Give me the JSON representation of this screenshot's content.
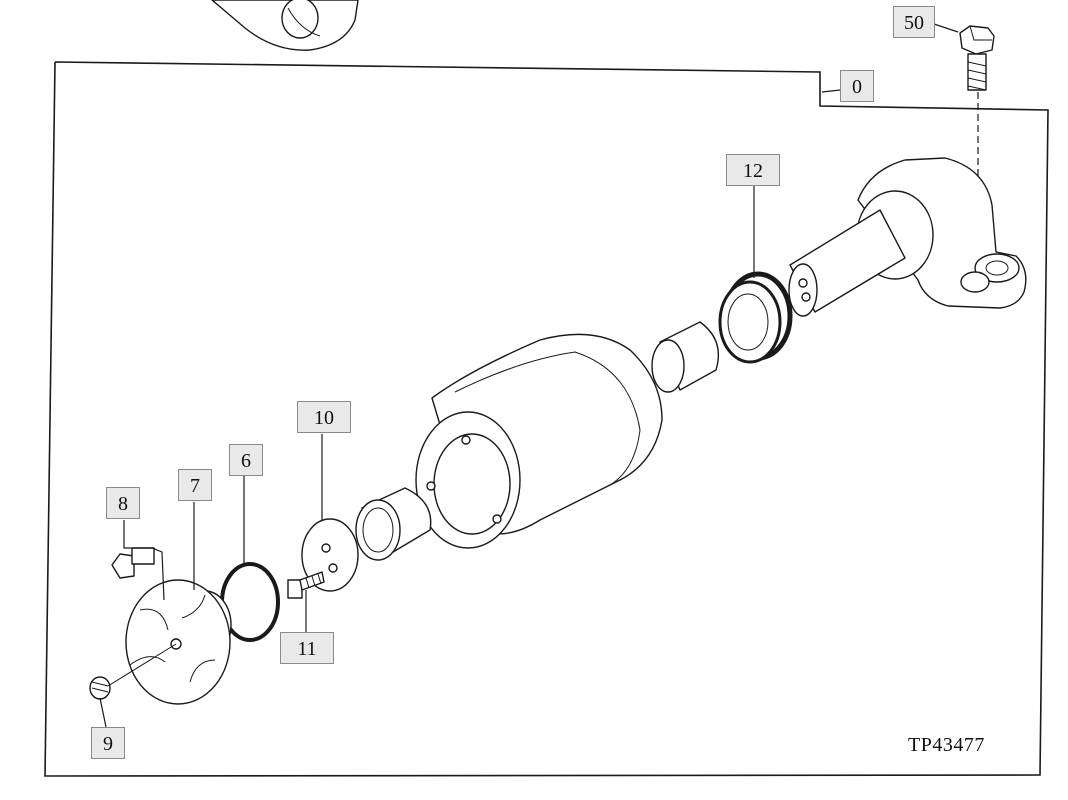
{
  "callouts": {
    "c0": "0",
    "c50": "50",
    "c12": "12",
    "c10": "10",
    "c6": "6",
    "c7": "7",
    "c8": "8",
    "c11": "11",
    "c9": "9"
  },
  "figure_code": "TP43477",
  "colors": {
    "line": "#1a1a1a",
    "label_bg": "#e9e9e9",
    "label_border": "#8a8a8a"
  }
}
